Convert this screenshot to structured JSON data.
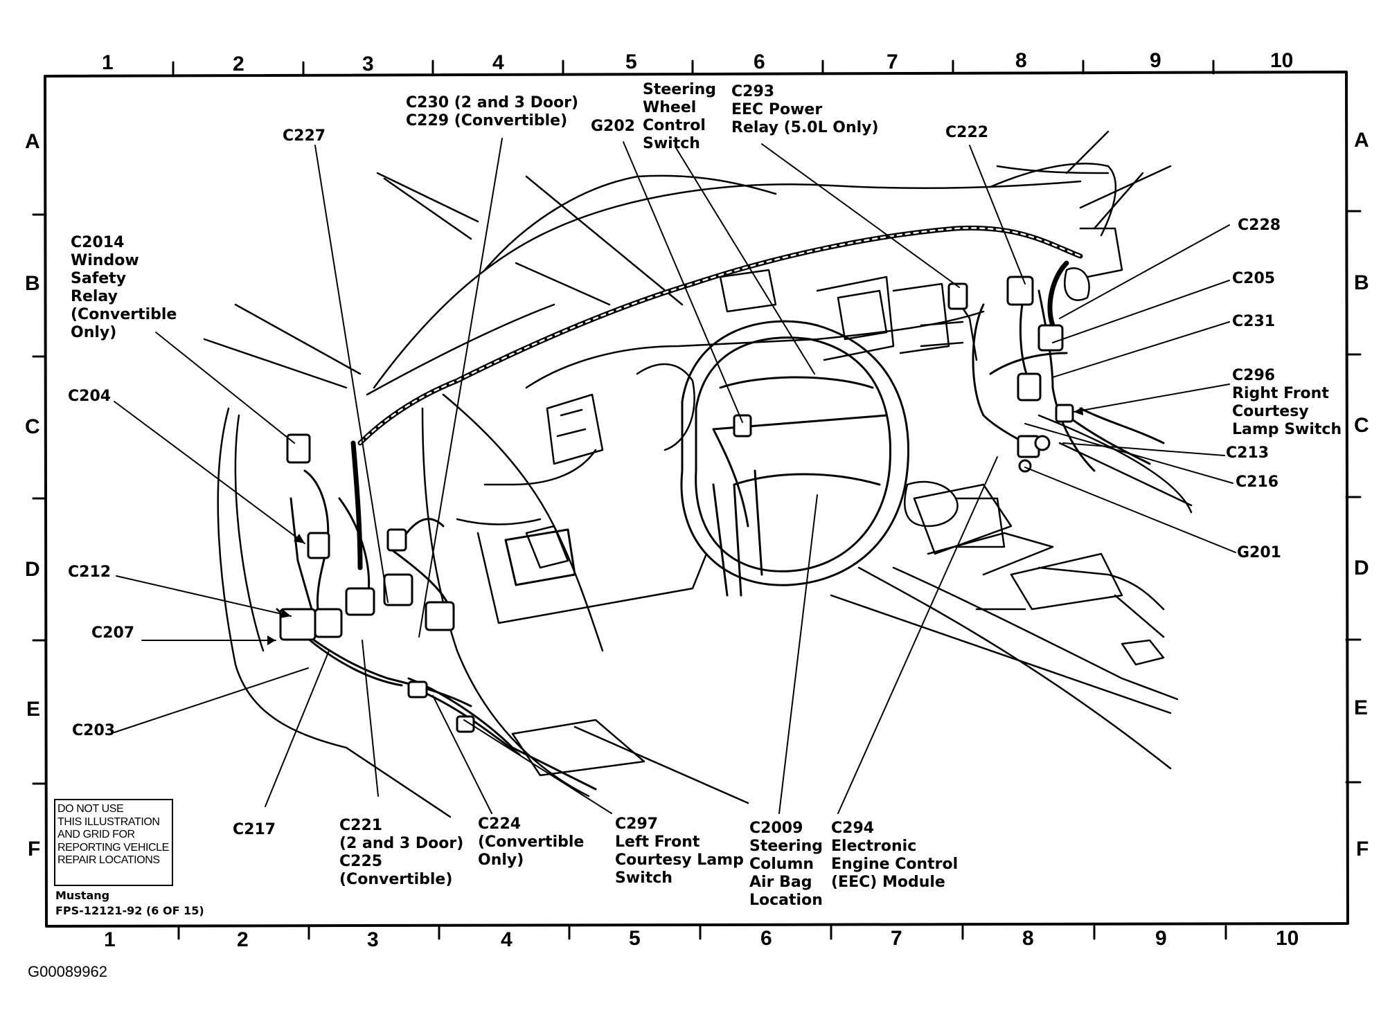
{
  "columns": [
    "1",
    "2",
    "3",
    "4",
    "5",
    "6",
    "7",
    "8",
    "9",
    "10"
  ],
  "rows": [
    "A",
    "B",
    "C",
    "D",
    "E",
    "F"
  ],
  "callouts": {
    "c230": "C230 (2 and 3 Door)\nC229 (Convertible)",
    "steering_wheel_control": "Steering\nWheel\nControl\nSwitch",
    "c293": "C293\nEEC Power\nRelay (5.0L Only)",
    "c227": "C227",
    "g202": "G202",
    "c222": "C222",
    "c2014": "C2014\nWindow\nSafety\nRelay\n(Convertible\nOnly)",
    "c228": "C228",
    "c205": "C205",
    "c231": "C231",
    "c296": "C296\nRight Front\nCourtesy\nLamp Switch",
    "c204": "C204",
    "c213": "C213",
    "c216": "C216",
    "c212": "C212",
    "g201": "G201",
    "c207": "C207",
    "c203": "C203",
    "c217": "C217",
    "c221": "C221\n(2 and 3 Door)\nC225\n(Convertible)",
    "c224": "C224\n(Convertible\nOnly)",
    "c297": "C297\nLeft Front\nCourtesy Lamp\nSwitch",
    "c2009": "C2009\nSteering\nColumn\nAir Bag\nLocation",
    "c294": "C294\nElectronic\nEngine Control\n(EEC) Module"
  },
  "notice": "DO NOT USE\nTHIS ILLUSTRATION\nAND GRID FOR\nREPORTING VEHICLE\nREPAIR LOCATIONS",
  "footer": {
    "model": "Mustang",
    "code": "FPS-12121-92 (6 OF 15)"
  },
  "image_id": "G00089962"
}
